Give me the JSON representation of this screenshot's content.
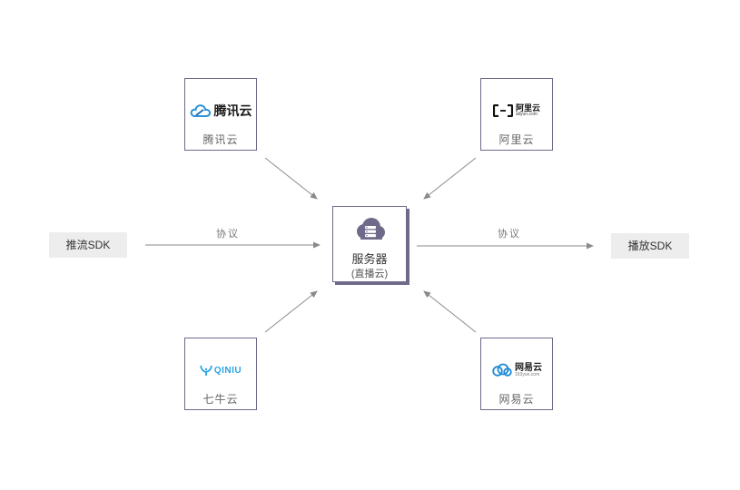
{
  "center": {
    "title": "服务器",
    "subtitle": "(直播云)",
    "icon": "cloud-server-icon",
    "accent": "#6f6a8a"
  },
  "push_sdk": "推流SDK",
  "play_sdk": "播放SDK",
  "protocol_left": "协议",
  "protocol_right": "协议",
  "providers": {
    "tencent": {
      "logo_text": "腾讯云",
      "name": "腾讯云",
      "logo_color": "#2e92d6"
    },
    "aliyun": {
      "logo_text": "阿里云",
      "logo_sub": "aliyun.com",
      "name": "阿里云",
      "logo_color": "#111111"
    },
    "qiniu": {
      "logo_text": "QINIU",
      "name": "七牛云",
      "logo_color": "#2aa4e3"
    },
    "netease": {
      "logo_text": "网易云",
      "logo_sub": "163yun.com",
      "name": "网易云",
      "logo_color": "#1f8ad6"
    }
  }
}
